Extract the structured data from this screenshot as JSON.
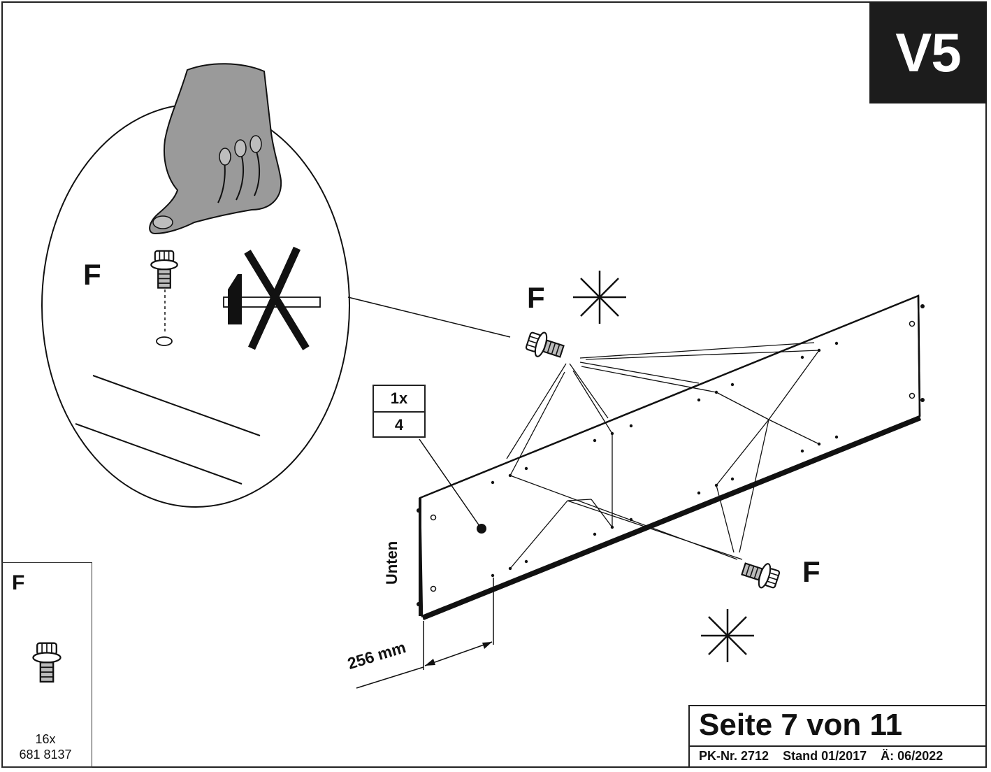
{
  "step": {
    "label": "V5"
  },
  "detail": {
    "part_letter": "F"
  },
  "assembly": {
    "part_letter_top": "F",
    "part_letter_bottom": "F",
    "quantity": "1x",
    "panel_number": "4",
    "orientation_label": "Unten",
    "dimension_label": "256 mm"
  },
  "parts_list": {
    "letter": "F",
    "quantity": "16x",
    "article_number": "681 8137"
  },
  "footer": {
    "page_title": "Seite 7 von 11",
    "pk_number": "PK-Nr. 2712",
    "stand": "Stand 01/2017",
    "revision": "Ä: 06/2022"
  },
  "colors": {
    "ink": "#111111",
    "hand_fill": "#9a9a9a",
    "badge_bg": "#1c1c1c"
  },
  "icons": [
    "hand-icon",
    "screw-icon",
    "hammer-icon",
    "cross-out-icon",
    "spark-icon",
    "hole-icon"
  ]
}
